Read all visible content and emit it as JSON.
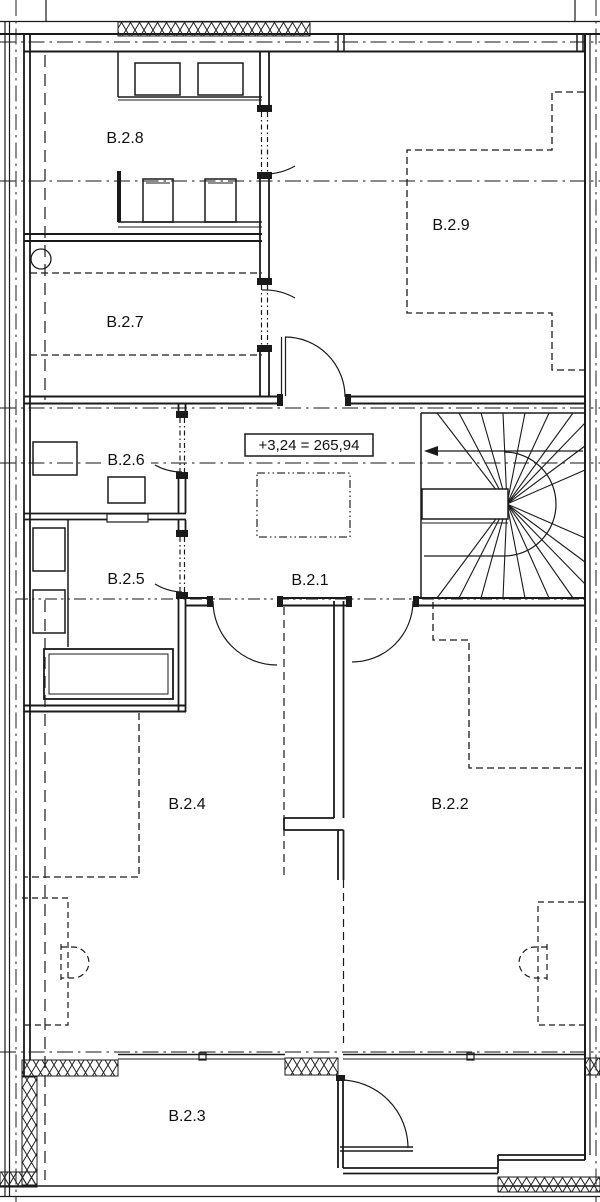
{
  "rooms": [
    {
      "label": "B.2.1"
    },
    {
      "label": "B.2.2"
    },
    {
      "label": "B.2.3"
    },
    {
      "label": "B.2.4"
    },
    {
      "label": "B.2.5"
    },
    {
      "label": "B.2.6"
    },
    {
      "label": "B.2.7"
    },
    {
      "label": "B.2.8"
    },
    {
      "label": "B.2.9"
    }
  ],
  "elevation_marker": {
    "label": "+3,24 = 265,94"
  },
  "colors": {
    "line": "#1a1a1a",
    "centerline": "#444444",
    "background": "#ffffff"
  }
}
